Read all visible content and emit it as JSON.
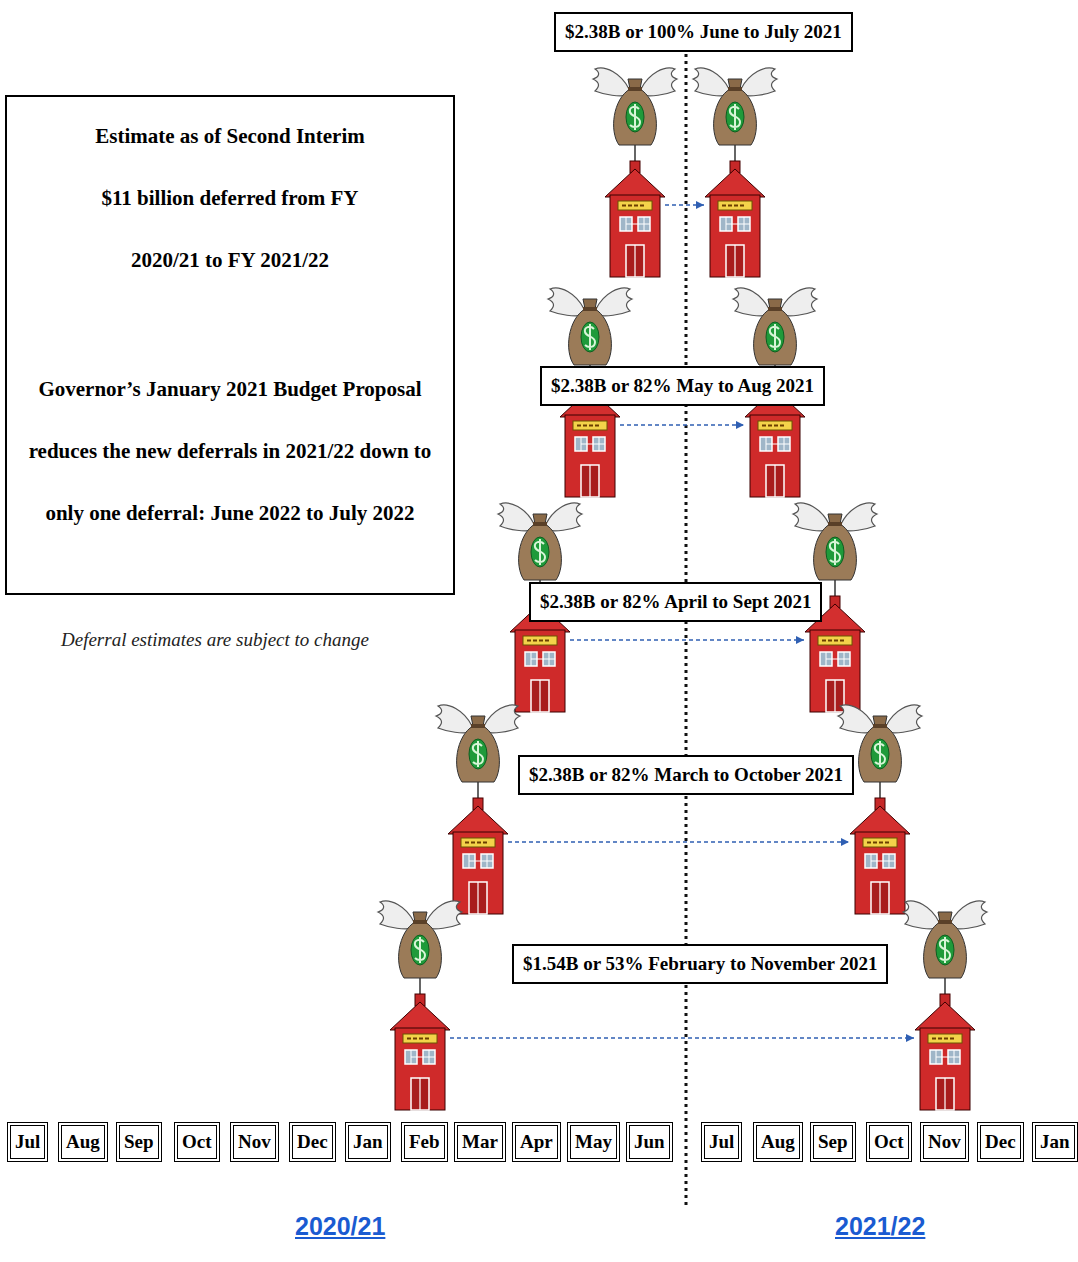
{
  "diagram": {
    "nodes": [
      {
        "text": [
          "$2.38B or 100% June to July 2021"
        ]
      },
      {
        "text": [
          "Estimate as of Second Interim $11 billion deferred from FY 2020/21 to FY 2021/22",
          "Governor’s January 2021 Budget Proposal reduces the new deferrals in 2021/22 down to only one deferral: June 2022 to July 2022"
        ]
      },
      {
        "text": [
          "$2.38B or 82% May to Aug 2021"
        ]
      },
      {
        "text": [
          "$2.38B or 82% April to Sept 2021"
        ]
      },
      {
        "text": [
          "$2.38B or 82% March to October 2021"
        ]
      },
      {
        "text": [
          "$1.54B or 53% February to November 2021"
        ]
      },
      {
        "text": [
          "Jul"
        ]
      },
      {
        "text": [
          "Aug"
        ]
      },
      {
        "text": [
          "Sep"
        ]
      },
      {
        "text": [
          "Oct"
        ]
      },
      {
        "text": [
          "Nov"
        ]
      },
      {
        "text": [
          "Dec"
        ]
      },
      {
        "text": [
          "Jan"
        ]
      },
      {
        "text": [
          "Feb"
        ]
      },
      {
        "text": [
          "Mar"
        ]
      },
      {
        "text": [
          "Apr"
        ]
      },
      {
        "text": [
          "May"
        ]
      },
      {
        "text": [
          "Jun"
        ]
      },
      {
        "text": [
          "Jul"
        ]
      },
      {
        "text": [
          "Aug"
        ]
      },
      {
        "text": [
          "Sep"
        ]
      },
      {
        "text": [
          "Oct"
        ]
      },
      {
        "text": [
          "Nov"
        ]
      },
      {
        "text": [
          "Dec"
        ]
      },
      {
        "text": [
          "Jan"
        ]
      }
    ],
    "labels": [
      "Deferral estimates are subject to change",
      "2020/21",
      "2021/22"
    ]
  }
}
